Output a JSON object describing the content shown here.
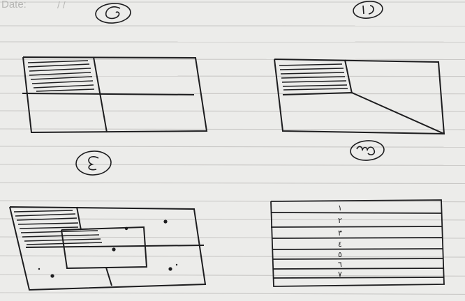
{
  "page": {
    "date_label": "Date:",
    "date_separators": "/   /"
  },
  "colors": {
    "paper": "#ececea",
    "ruled_line": "#c9c8c6",
    "ink": "#1d1d1f"
  },
  "sketches": [
    {
      "marker": "1",
      "marker_glyph": "١",
      "description_note": "2 columns; top-left hatched; diagonal split on right"
    },
    {
      "marker": "2",
      "marker_glyph": "٢",
      "description_note": "2x2 grid with top-left cell hatched"
    },
    {
      "marker": "3",
      "marker_glyph": "٣",
      "description_note": "horizontal stripes numbered 1-7"
    },
    {
      "marker": "4",
      "marker_glyph": "٤",
      "description_note": "grid with offset center block and dots"
    }
  ],
  "stripe_numbers": [
    "١",
    "٢",
    "٣",
    "٤",
    "٥",
    "٦",
    "٧"
  ]
}
